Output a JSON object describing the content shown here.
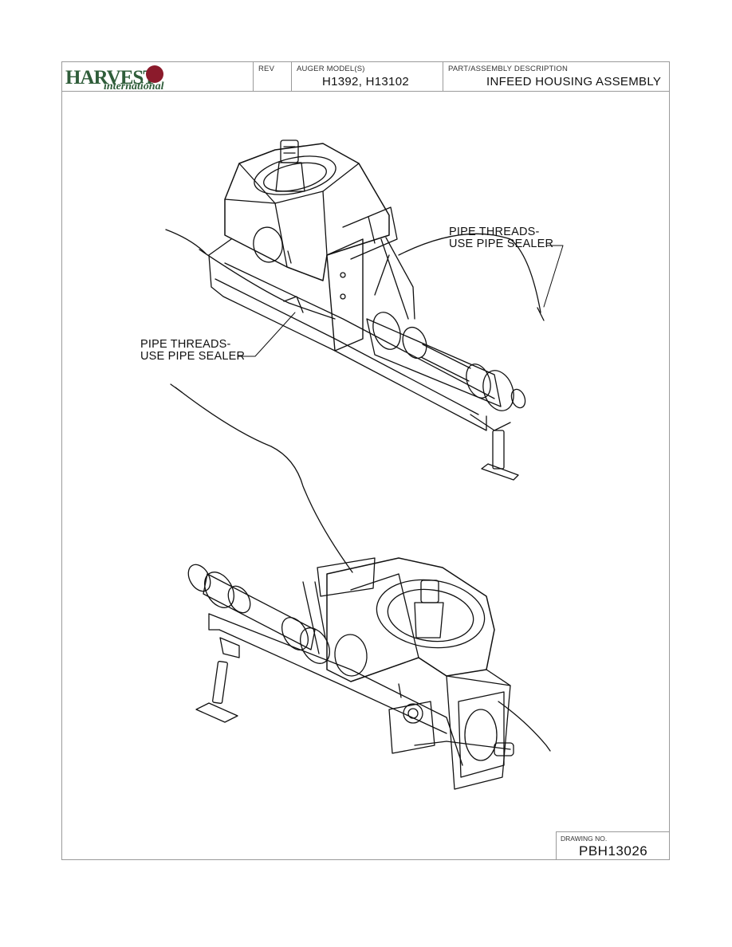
{
  "titleblock": {
    "logo_main": "HARVEST",
    "logo_sub": "international",
    "rev_label": "REV",
    "rev_value": "",
    "models_label": "AUGER MODEL(S)",
    "models_value": "H1392, H13102",
    "desc_label": "PART/ASSEMBLY DESCRIPTION",
    "desc_value": "INFEED HOUSING ASSEMBLY"
  },
  "callouts": {
    "upper_right_line1": "PIPE THREADS-",
    "upper_right_line2": "USE PIPE SEALER",
    "left_line1": "PIPE THREADS-",
    "left_line2": "USE PIPE SEALER"
  },
  "drawing_number": {
    "label": "DRAWING NO.",
    "value": "PBH13026"
  },
  "colors": {
    "brand_green": "#2f5d3a",
    "brand_red": "#8b1a2b",
    "border": "#9a9a9a"
  }
}
